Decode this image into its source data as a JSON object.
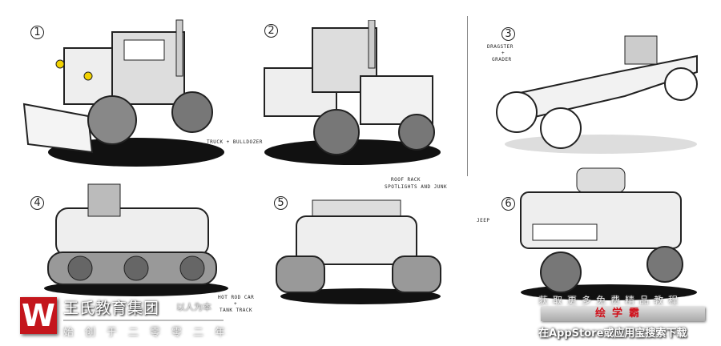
{
  "panels": [
    {
      "number": "1",
      "note": ""
    },
    {
      "number": "2",
      "note": "Truck + Bulldozer"
    },
    {
      "number": "3",
      "note_line1": "Dragster",
      "note_plus": "+",
      "note_line2": "Grader"
    },
    {
      "number": "4",
      "note_line1": "Hot rod car",
      "note_plus": "+",
      "note_line2": "Tank track"
    },
    {
      "number": "5",
      "note_line1": "Roof rack",
      "note_line2": "Spotlights and junk"
    },
    {
      "number": "6",
      "note": "Jeep"
    }
  ],
  "watermark_left": {
    "logo": "W",
    "title": "王氏教育集团",
    "slogan": "以人为本",
    "since": "始创于二零零二年"
  },
  "watermark_right": {
    "line1": "获取更多免费精品教程",
    "brand": "绘学霸",
    "line3": "在AppStore或应用宝搜索下载"
  },
  "colors": {
    "brand_red": "#c4161c",
    "ink": "#222222",
    "shadow": "#111111"
  }
}
